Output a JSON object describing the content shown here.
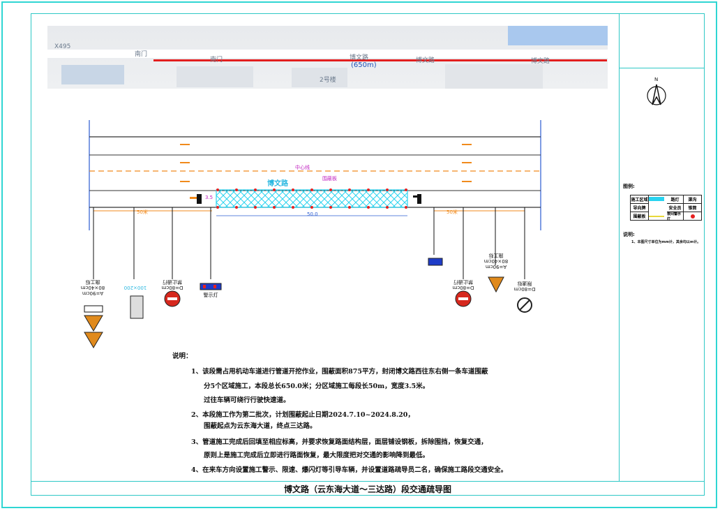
{
  "map": {
    "labels": [
      "X495",
      "南门",
      "南门",
      "博文路",
      "博文路",
      "博文路",
      "2号楼"
    ],
    "road_length": "(650m)"
  },
  "plan": {
    "centerline_label": "中心线",
    "road_name": "博文路",
    "fence_label": "围蔽板",
    "width_dim": "3.5",
    "length_dim": "50.0",
    "left_dim": "50米",
    "right_dim": "50米"
  },
  "signs": {
    "left_1_label": "A=90cm\n80×40cm\n施工标",
    "left_2_label": "100×200",
    "left_3_label": "D=80cm\n禁止通行",
    "left_4_label": "警示灯",
    "right_1_label": "D=80cm\n禁止通行",
    "right_2_label": "A=90cm\n80×40cm\n施工标",
    "right_3_label": "D=80cm\n限速标"
  },
  "legend": {
    "heading": "图例:",
    "items": [
      "施工区域",
      "路灯",
      "渠沟",
      "导向牌",
      "安全员",
      "锥筒",
      "围蔽板",
      "",
      "夜间警示灯"
    ],
    "remark_heading": "说明:",
    "remark": "1、本图尺寸单位为mm计，其余均以m计。"
  },
  "notes": {
    "title": "说明：",
    "lines": [
      "1、该段需占用机动车道进行管道开挖作业，围蔽面积875平方，封闭博文路西往东右侧一条车道围蔽",
      "分5个区域施工，本段总长650.0米；分区域施工每段长50m，宽度3.5米。",
      "过往车辆可绕行行驶快速道。",
      "2、本段施工作为第二批次，计划围蔽起止日期2024.7.10~2024.8.20，",
      "围蔽起点为云东海大道，终点三达路。",
      "3、管道施工完成后回填至相应标高，并要求恢复路面结构层，面层铺设钢板，拆除围挡，恢复交通，",
      "原则上是施工完成后立即进行路面恢复，最大限度把对交通的影响降到最低。",
      "4、在来车方向设置施工警示、限速、爆闪灯等引导车辆，并设置道路疏导员二名，确保施工路段交通安全。"
    ]
  },
  "title_block": "博文路（云东海大道～三达路）段交通疏导图",
  "north": "N",
  "colors": {
    "frame": "#2ec8c6",
    "work_zone": "#29d3f0",
    "fence_red": "#e62020",
    "dim_orange": "#f08a1c",
    "sign_red": "#d6281e"
  }
}
